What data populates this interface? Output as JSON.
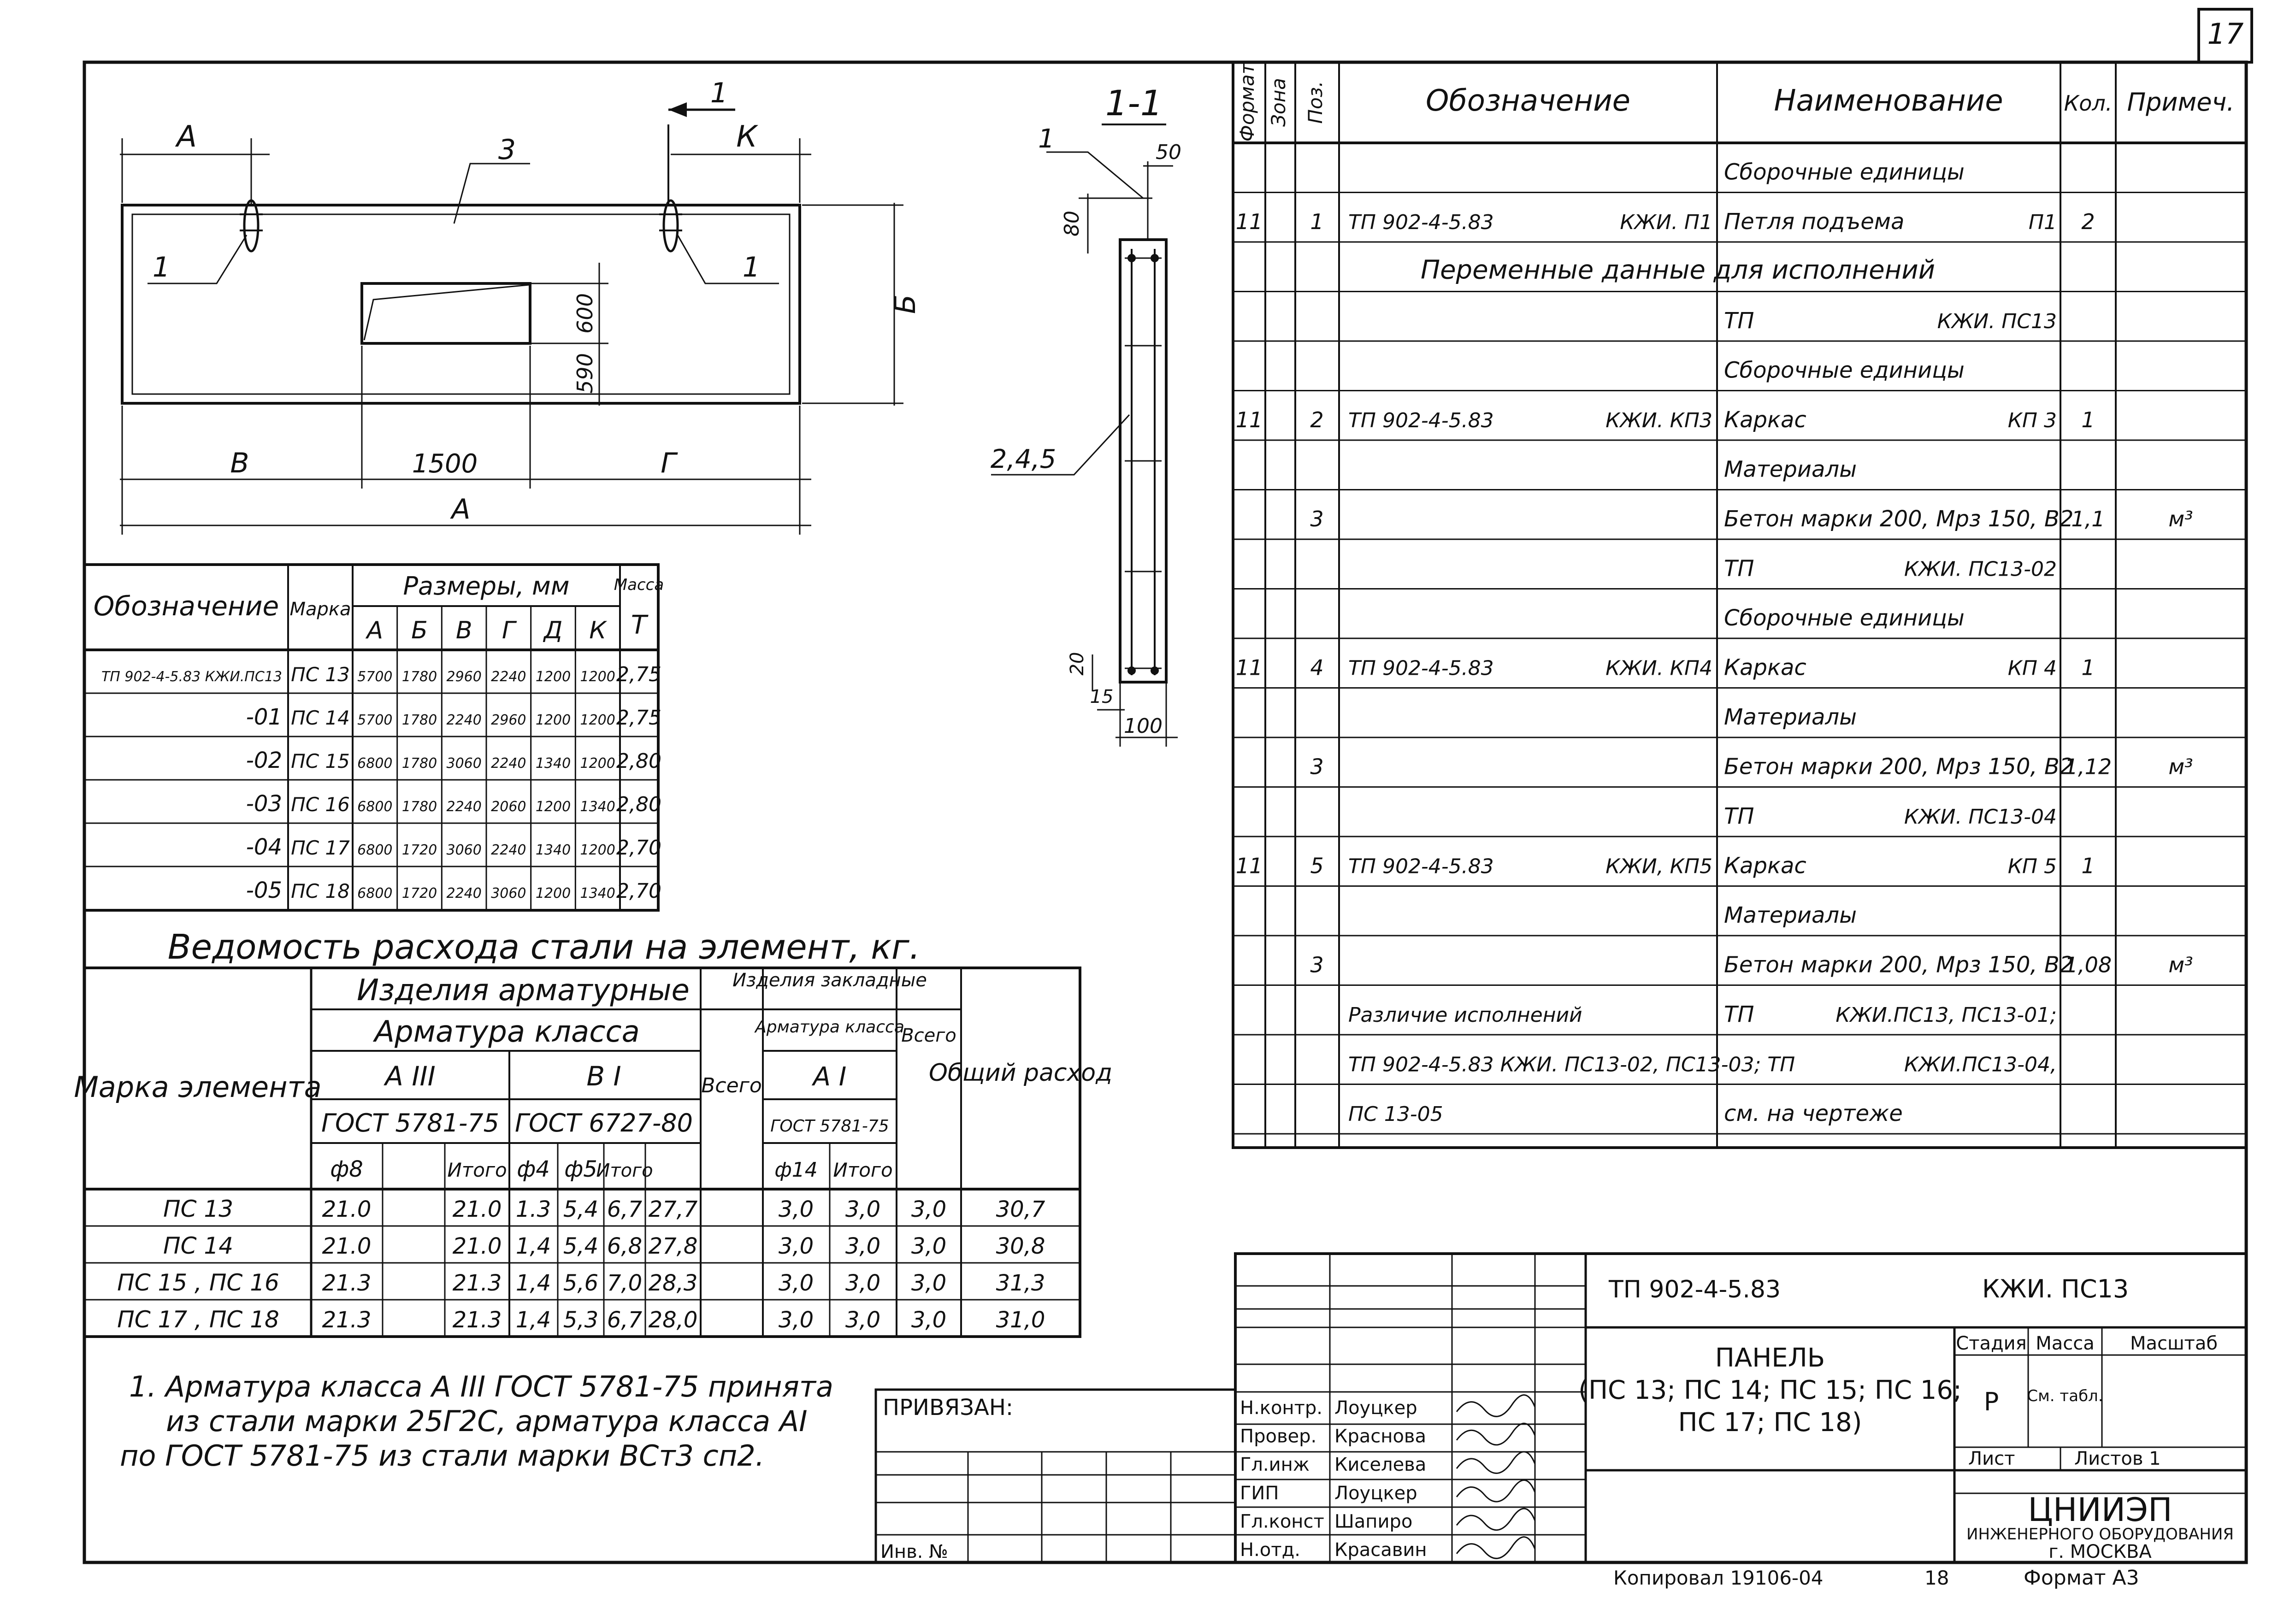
{
  "sheet_number": "17",
  "spec_table": {
    "headers": {
      "format": "Формат",
      "zone": "Зона",
      "pos": "Поз.",
      "designation": "Обозначение",
      "name": "Наименование",
      "qty": "Кол.",
      "note": "Примеч."
    },
    "rows": [
      {
        "name": "Сборочные единицы"
      },
      {
        "format": "11",
        "pos": "1",
        "designation": "ТП 902-4-5.83",
        "mark": "КЖИ. П1",
        "name": "Петля подъема",
        "name_code": "П1",
        "qty": "2"
      },
      {
        "span": "Переменные данные для исполнений"
      },
      {
        "name": "ТП",
        "name_code": "КЖИ. ПС13"
      },
      {
        "name": "Сборочные единицы"
      },
      {
        "format": "11",
        "pos": "2",
        "designation": "ТП 902-4-5.83",
        "mark": "КЖИ. КП3",
        "name": "Каркас",
        "name_code": "КП 3",
        "qty": "1"
      },
      {
        "name": "Материалы"
      },
      {
        "pos": "3",
        "name": "Бетон марки 200, Мрз 150, В2",
        "qty": "1,1",
        "note": "м³"
      },
      {
        "name": "ТП",
        "name_code": "КЖИ. ПС13-02"
      },
      {
        "name": "Сборочные единицы"
      },
      {
        "format": "11",
        "pos": "4",
        "designation": "ТП 902-4-5.83",
        "mark": "КЖИ. КП4",
        "name": "Каркас",
        "name_code": "КП 4",
        "qty": "1"
      },
      {
        "name": "Материалы"
      },
      {
        "pos": "3",
        "name": "Бетон марки 200, Мрз 150, В2",
        "qty": "1,12",
        "note": "м³"
      },
      {
        "name": "ТП",
        "name_code": "КЖИ. ПС13-04"
      },
      {
        "format": "11",
        "pos": "5",
        "designation": "ТП 902-4-5.83",
        "mark": "КЖИ, КП5",
        "name": "Каркас",
        "name_code": "КП 5",
        "qty": "1"
      },
      {
        "name": "Материалы"
      },
      {
        "pos": "3",
        "name": "Бетон марки 200, Мрз 150, В2",
        "qty": "1,08",
        "note": "м³"
      },
      {
        "designation": "Различие исполнений",
        "name": "ТП",
        "name_code": "КЖИ.ПС13, ПС13-01;"
      },
      {
        "designation": "ТП 902-4-5.83 КЖИ. ПС13-02, ПС13-03; ТП",
        "name_code": "КЖИ.ПС13-04,"
      },
      {
        "designation": "ПС 13-05",
        "name": "см. на чертеже"
      }
    ]
  },
  "drawing": {
    "labels": {
      "a_top": "А",
      "a_bottom": "А",
      "b": "Б",
      "v": "В",
      "g": "Г",
      "k": "К",
      "section_arrow": "1",
      "callout_3": "3",
      "callout_1_left": "1",
      "callout_1_right": "1"
    },
    "dims": {
      "d600": "600",
      "d590": "590",
      "d1500": "1500"
    }
  },
  "section": {
    "title": "1-1",
    "labels": {
      "leader_1": "1",
      "d50": "50",
      "d80": "80",
      "pos_245": "2,4,5",
      "d20": "20",
      "d15": "15",
      "d100": "100"
    }
  },
  "sizes_table": {
    "headers": {
      "designation": "Обозначение",
      "mark": "Марка",
      "sizes": "Размеры, мм",
      "mass": "Масса",
      "mass_unit": "Т"
    },
    "cols": [
      "А",
      "Б",
      "В",
      "Г",
      "Д",
      "К"
    ],
    "rows": [
      {
        "designation": "ТП 902-4-5.83 КЖИ.ПС13",
        "mark": "ПС 13",
        "values": [
          "5700",
          "1780",
          "2960",
          "2240",
          "1200",
          "1200"
        ],
        "mass": "2,75"
      },
      {
        "designation": "-01",
        "mark": "ПС 14",
        "values": [
          "5700",
          "1780",
          "2240",
          "2960",
          "1200",
          "1200"
        ],
        "mass": "2,75"
      },
      {
        "designation": "-02",
        "mark": "ПС 15",
        "values": [
          "6800",
          "1780",
          "3060",
          "2240",
          "1340",
          "1200"
        ],
        "mass": "2,80"
      },
      {
        "designation": "-03",
        "mark": "ПС 16",
        "values": [
          "6800",
          "1780",
          "2240",
          "2060",
          "1200",
          "1340"
        ],
        "mass": "2,80"
      },
      {
        "designation": "-04",
        "mark": "ПС 17",
        "values": [
          "6800",
          "1720",
          "3060",
          "2240",
          "1340",
          "1200"
        ],
        "mass": "2,70"
      },
      {
        "designation": "-05",
        "mark": "ПС 18",
        "values": [
          "6800",
          "1720",
          "2240",
          "3060",
          "1200",
          "1340"
        ],
        "mass": "2,70"
      }
    ]
  },
  "steel_table": {
    "title": "Ведомость расхода стали на элемент, кг.",
    "headers": {
      "mark": "Марка элемента",
      "rebar_items": "Изделия арматурные",
      "rebar_class": "Арматура класса",
      "a3": "А III",
      "b1": "В I",
      "gost_a3": "ГОСТ 5781-75",
      "gost_b1": "ГОСТ 6727-80",
      "d8": "ф8",
      "total_a": "Итого",
      "d4": "ф4",
      "d5": "ф5",
      "total_b": "Итого",
      "total": "Всего",
      "embedded": "Изделия закладные",
      "emb_class": "Арматура класса",
      "a1": "А I",
      "gost_a1": "ГОСТ 5781-75",
      "d14": "ф14",
      "total_c": "Итого",
      "total2": "Всего",
      "overall": "Общий расход"
    },
    "rows": [
      {
        "mark": "ПС 13",
        "values": [
          "21.0",
          "",
          "21.0",
          "1.3",
          "5,4",
          "6,7",
          "27,7",
          "3,0",
          "3,0",
          "3,0",
          "30,7"
        ]
      },
      {
        "mark": "ПС 14",
        "values": [
          "21.0",
          "",
          "21.0",
          "1,4",
          "5,4",
          "6,8",
          "27,8",
          "3,0",
          "3,0",
          "3,0",
          "30,8"
        ]
      },
      {
        "mark": "ПС 15 , ПС 16",
        "values": [
          "21.3",
          "",
          "21.3",
          "1,4",
          "5,6",
          "7,0",
          "28,3",
          "3,0",
          "3,0",
          "3,0",
          "31,3"
        ]
      },
      {
        "mark": "ПС 17 , ПС 18",
        "values": [
          "21.3",
          "",
          "21.3",
          "1,4",
          "5,3",
          "6,7",
          "28,0",
          "3,0",
          "3,0",
          "3,0",
          "31,0"
        ]
      }
    ]
  },
  "notes": [
    "1. Арматура класса А III ГОСТ 5781-75 принята",
    "из стали марки 25Г2С, арматура класса АI",
    "по ГОСТ 5781-75 из стали марки ВСт3 сп2."
  ],
  "title_block": {
    "privyazan": "ПРИВЯЗАН:",
    "inv": "Инв. №",
    "doc_code": "ТП 902-4-5.83",
    "mark_code": "КЖИ. ПС13",
    "title_lines": [
      "ПАНЕЛЬ",
      "(ПС 13; ПС 14; ПС 15; ПС 16;",
      "ПС 17; ПС 18)"
    ],
    "stage_label": "Стадия",
    "stage": "Р",
    "mass_label": "Масса",
    "mass": "См. табл.",
    "scale_label": "Масштаб",
    "sheet_label": "Лист",
    "sheets_label": "Листов 1",
    "org_lines": [
      "ЦНИИЭП",
      "ИНЖЕНЕРНОГО ОБОРУДОВАНИЯ",
      "г. МОСКВА"
    ],
    "signers": [
      {
        "role": "Н.контр.",
        "name": "Лоуцкер"
      },
      {
        "role": "Провер.",
        "name": "Краснова"
      },
      {
        "role": "Гл.инж",
        "name": "Киселева"
      },
      {
        "role": "ГИП",
        "name": "Лоуцкер"
      },
      {
        "role": "Гл.конст",
        "name": "Шапиро"
      },
      {
        "role": "Н.отд.",
        "name": "Красавин"
      }
    ],
    "copy_line": "Копировал 19106-04",
    "copy_num": "18",
    "format_label": "Формат А3"
  }
}
